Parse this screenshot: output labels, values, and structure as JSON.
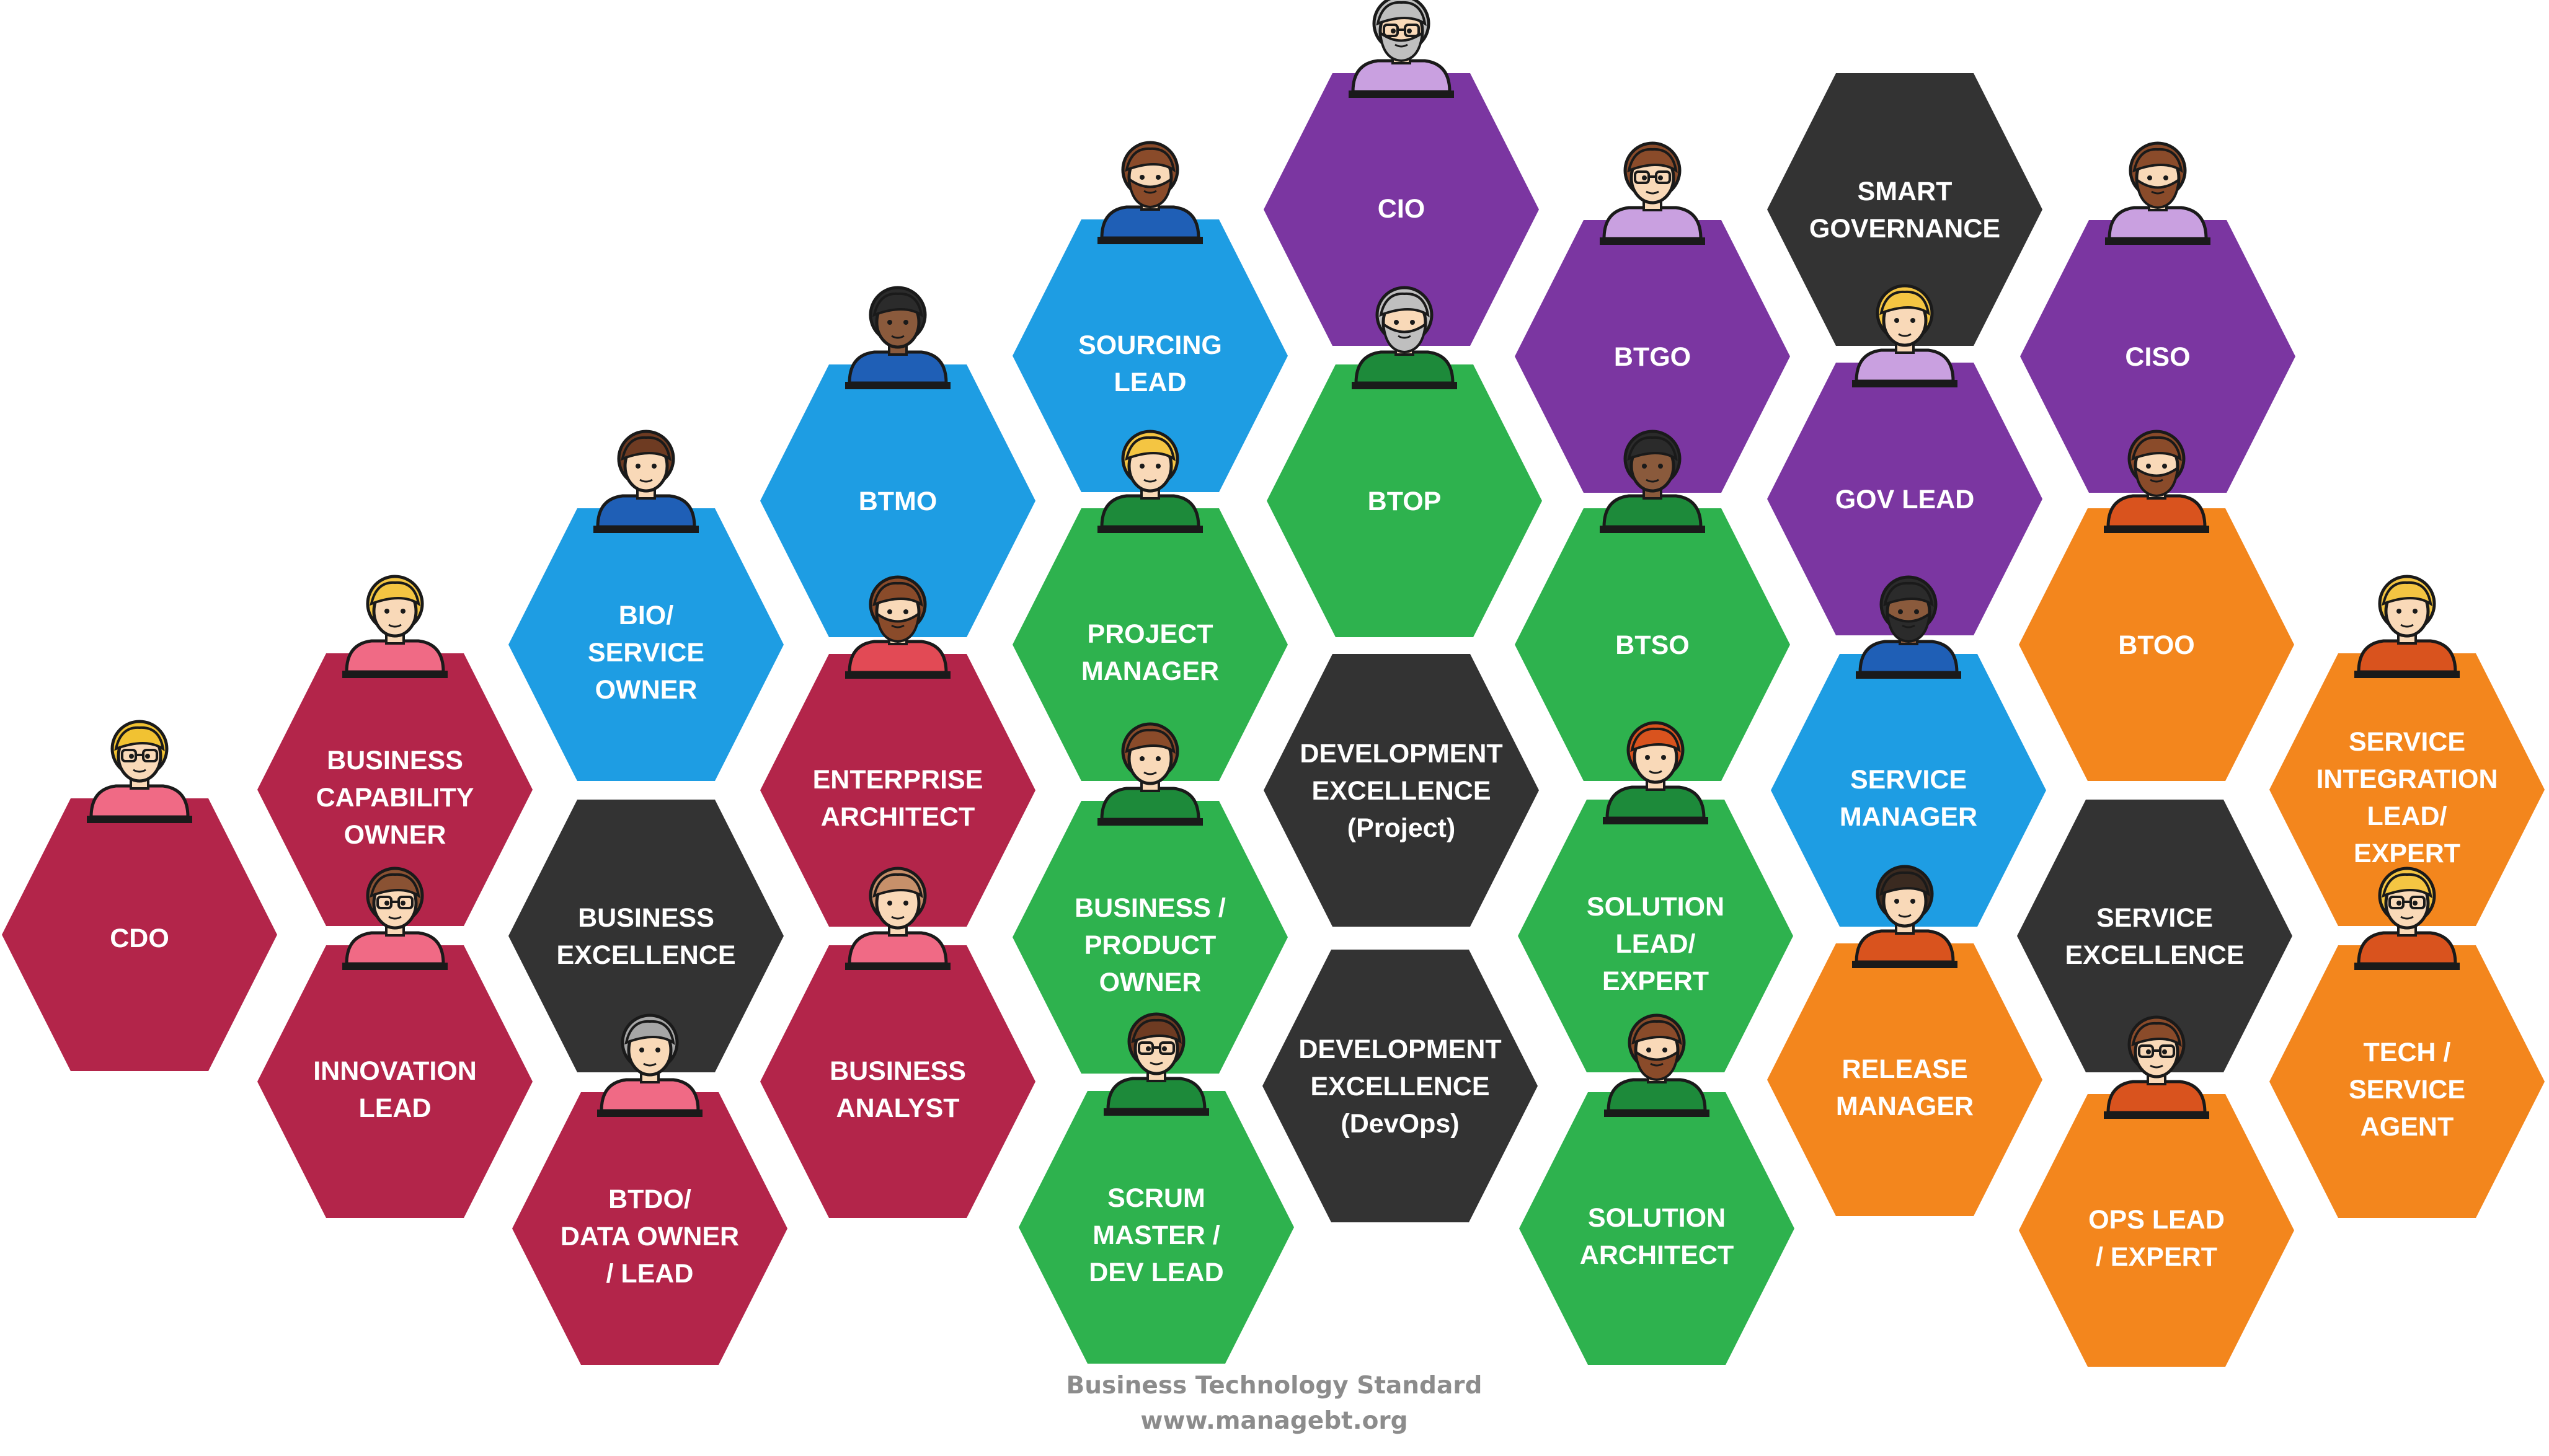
{
  "colors": {
    "crimson": "#B3254A",
    "blue": "#1E9DE3",
    "green": "#2EB24E",
    "purple": "#7B36A1",
    "dark": "#333333",
    "orange": "#F3861D"
  },
  "roles": [
    {
      "id": "cdo",
      "color": "crimson",
      "lines": [
        "CDO"
      ],
      "avatar": {
        "hair": "#F1C232",
        "shirt": "#F06A85",
        "glasses": true
      }
    },
    {
      "id": "business-capability-owner",
      "color": "crimson",
      "lines": [
        "BUSINESS",
        "CAPABILITY",
        "OWNER"
      ],
      "avatar": {
        "hair": "#F4C542",
        "shirt": "#F06A85"
      }
    },
    {
      "id": "innovation-lead",
      "color": "crimson",
      "lines": [
        "INNOVATION",
        "LEAD"
      ],
      "avatar": {
        "hair": "#8A5233",
        "shirt": "#F06A85",
        "glasses": true
      }
    },
    {
      "id": "bio-service-owner",
      "color": "blue",
      "lines": [
        "BIO/",
        "SERVICE",
        "OWNER"
      ],
      "avatar": {
        "hair": "#6E3B22",
        "shirt": "#1F5FB6"
      }
    },
    {
      "id": "business-excellence",
      "color": "dark",
      "lines": [
        "BUSINESS",
        "EXCELLENCE"
      ]
    },
    {
      "id": "btdo-data-owner-lead",
      "color": "crimson",
      "lines": [
        "BTDO/",
        "DATA OWNER",
        "/ LEAD"
      ],
      "avatar": {
        "hair": "#A6A6A6",
        "shirt": "#F06A85"
      }
    },
    {
      "id": "btmo",
      "color": "blue",
      "lines": [
        "BTMO"
      ],
      "avatar": {
        "hair": "#2B2B2B",
        "shirt": "#1F5FB6",
        "skin": "#8A5A3C"
      }
    },
    {
      "id": "enterprise-architect",
      "color": "crimson",
      "lines": [
        "ENTERPRISE",
        "ARCHITECT"
      ],
      "avatar": {
        "hair": "#8A4B2A",
        "shirt": "#E24A55",
        "beard": true
      }
    },
    {
      "id": "business-analyst",
      "color": "crimson",
      "lines": [
        "BUSINESS",
        "ANALYST"
      ],
      "avatar": {
        "hair": "#C7906A",
        "shirt": "#F06A85"
      }
    },
    {
      "id": "sourcing-lead",
      "color": "blue",
      "lines": [
        "SOURCING",
        "LEAD"
      ],
      "avatar": {
        "hair": "#8A4B2A",
        "shirt": "#1F5FB6",
        "beard": true
      }
    },
    {
      "id": "project-manager",
      "color": "green",
      "lines": [
        "PROJECT",
        "MANAGER"
      ],
      "avatar": {
        "hair": "#F4C542",
        "shirt": "#1D8A3A"
      }
    },
    {
      "id": "business-product-owner",
      "color": "green",
      "lines": [
        "BUSINESS /",
        "PRODUCT",
        "OWNER"
      ],
      "avatar": {
        "hair": "#8A4B2A",
        "shirt": "#1D8A3A"
      }
    },
    {
      "id": "scrum-master-dev-lead",
      "color": "green",
      "lines": [
        "SCRUM",
        "MASTER /",
        "DEV LEAD"
      ],
      "avatar": {
        "hair": "#6E3B22",
        "shirt": "#1D8A3A",
        "glasses": true
      }
    },
    {
      "id": "cio",
      "color": "purple",
      "lines": [
        "CIO"
      ],
      "avatar": {
        "hair": "#BFBFBF",
        "shirt": "#C9A0E0",
        "beard": true,
        "glasses": true
      }
    },
    {
      "id": "btop",
      "color": "green",
      "lines": [
        "BTOP"
      ],
      "avatar": {
        "hair": "#BFBFBF",
        "shirt": "#1D8A3A",
        "beard": true
      }
    },
    {
      "id": "development-excellence-project",
      "color": "dark",
      "lines": [
        "DEVELOPMENT",
        "EXCELLENCE",
        "(Project)"
      ]
    },
    {
      "id": "development-excellence-devops",
      "color": "dark",
      "lines": [
        "DEVELOPMENT",
        "EXCELLENCE",
        "(DevOps)"
      ]
    },
    {
      "id": "btgo",
      "color": "purple",
      "lines": [
        "BTGO"
      ],
      "avatar": {
        "hair": "#8A4B2A",
        "shirt": "#C9A0E0",
        "glasses": true
      }
    },
    {
      "id": "btso",
      "color": "green",
      "lines": [
        "BTSO"
      ],
      "avatar": {
        "hair": "#2B2B2B",
        "shirt": "#1D8A3A",
        "skin": "#8A5A3C"
      }
    },
    {
      "id": "solution-lead-expert",
      "color": "green",
      "lines": [
        "SOLUTION",
        "LEAD/",
        "EXPERT"
      ],
      "avatar": {
        "hair": "#D9531E",
        "shirt": "#1D8A3A"
      }
    },
    {
      "id": "solution-architect",
      "color": "green",
      "lines": [
        "SOLUTION",
        "ARCHITECT"
      ],
      "avatar": {
        "hair": "#8A4B2A",
        "shirt": "#1D8A3A",
        "beard": true
      }
    },
    {
      "id": "smart-governance",
      "color": "dark",
      "lines": [
        "SMART",
        "GOVERNANCE"
      ]
    },
    {
      "id": "gov-lead",
      "color": "purple",
      "lines": [
        "GOV LEAD"
      ],
      "avatar": {
        "hair": "#F4C542",
        "shirt": "#C9A0E0"
      }
    },
    {
      "id": "service-manager",
      "color": "blue",
      "lines": [
        "SERVICE",
        "MANAGER"
      ],
      "avatar": {
        "hair": "#2B2B2B",
        "shirt": "#1F5FB6",
        "skin": "#8A5A3C",
        "beard": true
      }
    },
    {
      "id": "release-manager",
      "color": "orange",
      "lines": [
        "RELEASE",
        "MANAGER"
      ],
      "avatar": {
        "hair": "#3A2A20",
        "shirt": "#D9531E"
      }
    },
    {
      "id": "ciso",
      "color": "purple",
      "lines": [
        "CISO"
      ],
      "avatar": {
        "hair": "#8A4B2A",
        "shirt": "#C9A0E0",
        "beard": true
      }
    },
    {
      "id": "btoo",
      "color": "orange",
      "lines": [
        "BTOO"
      ],
      "avatar": {
        "hair": "#8A4B2A",
        "shirt": "#D9531E",
        "beard": true
      }
    },
    {
      "id": "service-excellence",
      "color": "dark",
      "lines": [
        "SERVICE",
        "EXCELLENCE"
      ]
    },
    {
      "id": "ops-lead-expert",
      "color": "orange",
      "lines": [
        "OPS LEAD",
        "/ EXPERT"
      ],
      "avatar": {
        "hair": "#8A4B2A",
        "shirt": "#D9531E",
        "glasses": true
      }
    },
    {
      "id": "service-integration-lead-expert",
      "color": "orange",
      "lines": [
        "SERVICE",
        "INTEGRATION",
        "LEAD/",
        "EXPERT"
      ],
      "avatar": {
        "hair": "#F4C542",
        "shirt": "#D9531E"
      }
    },
    {
      "id": "tech-service-agent",
      "color": "orange",
      "lines": [
        "TECH /",
        "SERVICE",
        "AGENT"
      ],
      "avatar": {
        "hair": "#F4C542",
        "shirt": "#D9531E",
        "glasses": true
      }
    }
  ],
  "footer": {
    "title": "Business Technology Standard",
    "url": "www.managebt.org"
  }
}
